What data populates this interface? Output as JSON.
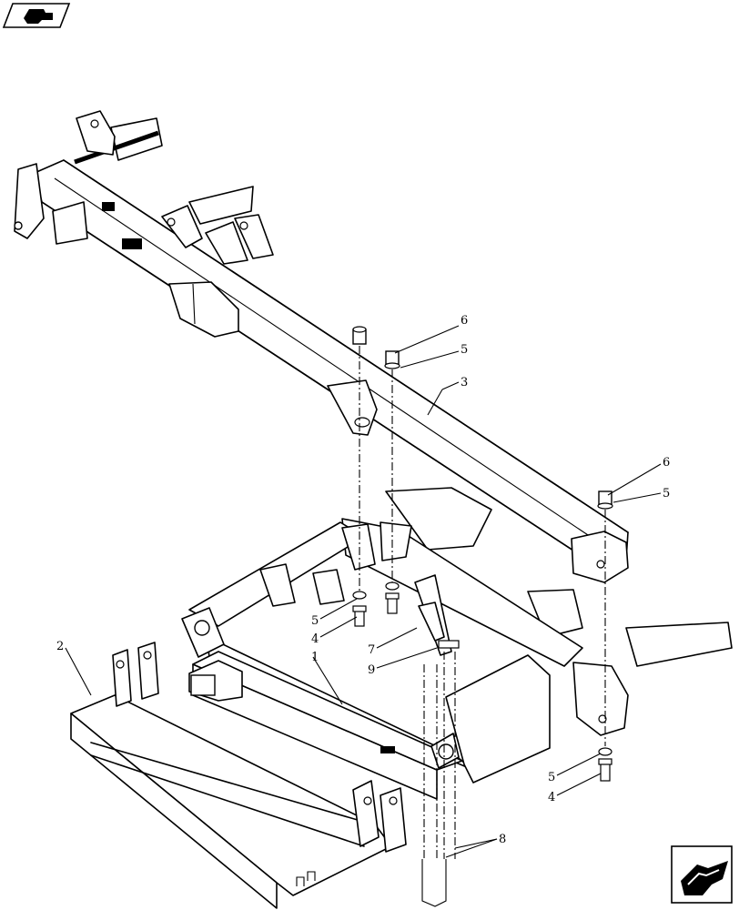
{
  "callouts": {
    "c1": "1",
    "c2": "2",
    "c3": "3",
    "c4a": "4",
    "c4b": "4",
    "c5a": "5",
    "c5b": "5",
    "c5c": "5",
    "c5d": "5",
    "c6a": "6",
    "c6b": "6",
    "c7": "7",
    "c8": "8",
    "c9": "9"
  },
  "icons": {
    "top_left": "view-reference-icon",
    "bottom_right": "navigation-arrow-icon"
  }
}
